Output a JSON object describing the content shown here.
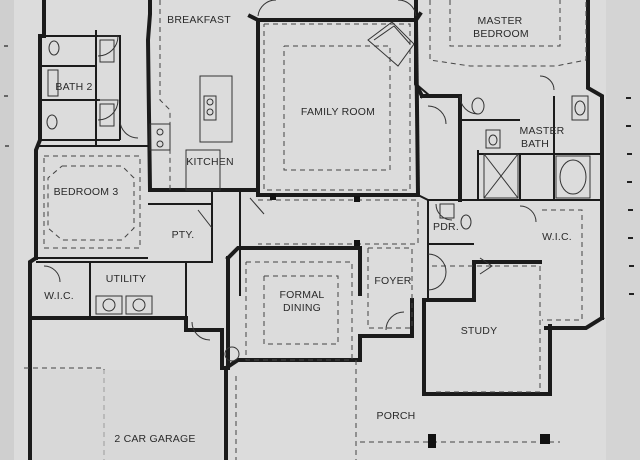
{
  "plan": {
    "rooms": {
      "breakfast": "BREAKFAST",
      "master_bedroom_1": "MASTER",
      "master_bedroom_2": "BEDROOM",
      "bath2": "BATH 2",
      "family_room": "FAMILY ROOM",
      "master_bath_1": "MASTER",
      "master_bath_2": "BATH",
      "bedroom3": "BEDROOM 3",
      "kitchen": "KITCHEN",
      "pty": "PTY.",
      "pdr": "PDR.",
      "wic_right": "W.I.C.",
      "utility": "UTILITY",
      "wic_left": "W.I.C.",
      "foyer": "FOYER",
      "formal_dining_1": "FORMAL",
      "formal_dining_2": "DINING",
      "study": "STUDY",
      "porch": "PORCH",
      "garage": "2 CAR GARAGE"
    }
  }
}
